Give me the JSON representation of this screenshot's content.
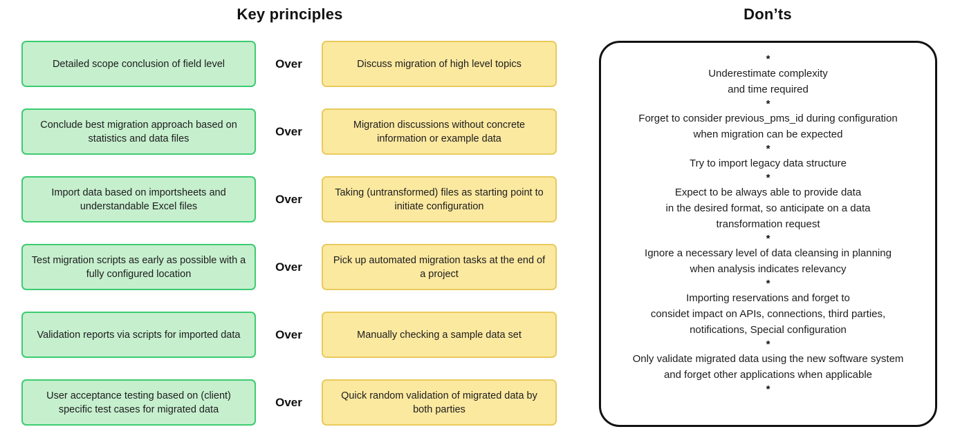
{
  "columns": {
    "left_title": "Key principles",
    "right_title": "Don’ts"
  },
  "principles": {
    "over_label": "Over",
    "rows": [
      {
        "do": "Detailed scope conclusion of field level",
        "dont": "Discuss migration of high level topics"
      },
      {
        "do": "Conclude best migration approach based on statistics and data files",
        "dont": "Migration discussions without concrete information or example data"
      },
      {
        "do": "Import data based on importsheets and understandable Excel files",
        "dont": "Taking (untransformed) files as starting point to initiate configuration"
      },
      {
        "do": "Test migration scripts as early as possible with a fully configured location",
        "dont": "Pick up automated migration tasks at the end of a project"
      },
      {
        "do": "Validation reports via scripts for imported data",
        "dont": "Manually checking a sample data set"
      },
      {
        "do": "User acceptance testing based on (client) specific test cases for migrated data",
        "dont": "Quick random validation of migrated data by both parties"
      }
    ]
  },
  "donts": {
    "bullet_glyph": "*",
    "items": [
      "Underestimate complexity\nand time required",
      "Forget to consider previous_pms_id during configuration\nwhen migration can be expected",
      "Try to import legacy data structure",
      "Expect to be always able to provide data\nin the desired format, so anticipate on a data\ntransformation request",
      "Ignore a necessary level of data cleansing in planning\nwhen analysis indicates relevancy",
      "Importing reservations and forget to\nconsidet impact on APIs, connections, third parties,\nnotifications, Special configuration",
      "Only validate migrated data using the new software system\nand forget other applications when applicable"
    ]
  },
  "colors": {
    "do_fill": "#c6efce",
    "do_border": "#3ccb71",
    "dont_fill": "#fce9a0",
    "dont_border": "#e9ca5d",
    "card_border": "#111111",
    "text": "#1c1c1c",
    "background": "#ffffff"
  }
}
